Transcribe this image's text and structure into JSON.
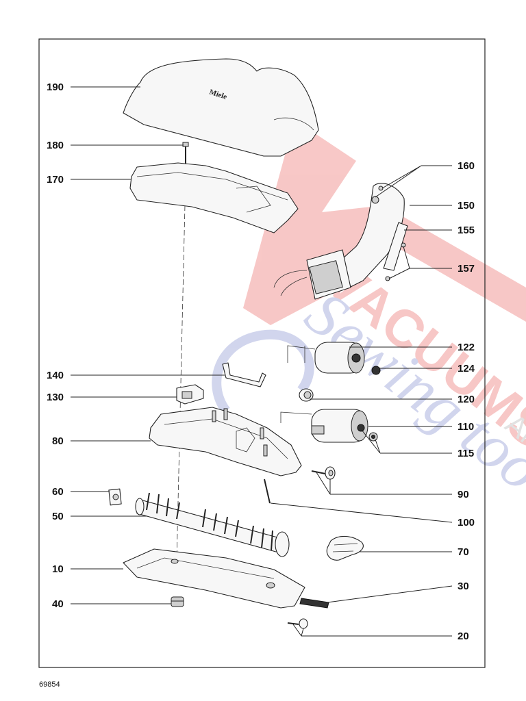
{
  "brand_label": "Miele",
  "document_code": "69854",
  "watermark": {
    "line1": "VACUUMS",
    "line2": "Sewing too",
    "line3": "AN",
    "color_red": "#e53935",
    "color_blue": "#5c6bc0"
  },
  "callouts": [
    {
      "id": "190",
      "label": "190"
    },
    {
      "id": "180",
      "label": "180"
    },
    {
      "id": "170",
      "label": "170"
    },
    {
      "id": "160",
      "label": "160"
    },
    {
      "id": "150",
      "label": "150"
    },
    {
      "id": "155",
      "label": "155"
    },
    {
      "id": "157",
      "label": "157"
    },
    {
      "id": "122",
      "label": "122"
    },
    {
      "id": "124",
      "label": "124"
    },
    {
      "id": "140",
      "label": "140"
    },
    {
      "id": "130",
      "label": "130"
    },
    {
      "id": "120",
      "label": "120"
    },
    {
      "id": "110",
      "label": "110"
    },
    {
      "id": "80",
      "label": "80"
    },
    {
      "id": "115",
      "label": "115"
    },
    {
      "id": "60",
      "label": "60"
    },
    {
      "id": "90",
      "label": "90"
    },
    {
      "id": "50",
      "label": "50"
    },
    {
      "id": "100",
      "label": "100"
    },
    {
      "id": "70",
      "label": "70"
    },
    {
      "id": "10",
      "label": "10"
    },
    {
      "id": "30",
      "label": "30"
    },
    {
      "id": "40",
      "label": "40"
    },
    {
      "id": "20",
      "label": "20"
    }
  ]
}
